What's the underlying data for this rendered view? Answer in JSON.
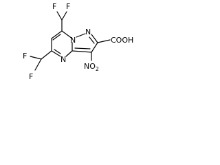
{
  "molecule": {
    "atoms": {
      "f_top_left": "F",
      "f_top_right": "F",
      "n_bridge": "N",
      "n_pyrazole": "N",
      "cooh": "COOH",
      "f_left_upper": "F",
      "f_left_lower": "F",
      "n_pyrimidine": "N",
      "nitro": "NO",
      "nitro_sub": "2"
    }
  },
  "colors": {
    "bond": "#000000",
    "text": "#000000",
    "background": "#ffffff"
  }
}
